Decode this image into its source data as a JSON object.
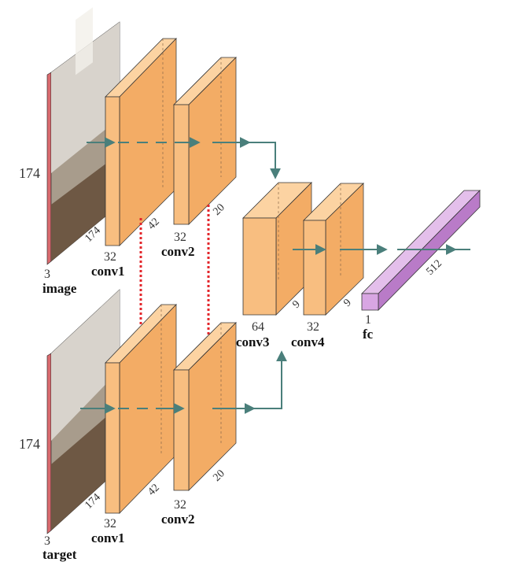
{
  "colors": {
    "block_front": "#F8BE80",
    "block_top": "#FCD3A2",
    "block_side": "#F3A659",
    "block_edge": "#333333",
    "fc_front": "#D8A6E3",
    "fc_top": "#E4BFEB",
    "fc_side": "#B97BC8",
    "arrow": "#4A7F7B",
    "shared_link": "#E3262B",
    "image_border": "#D96A6E"
  },
  "branches": {
    "image": {
      "name_label": "image",
      "input": {
        "size": "174",
        "channels": "3"
      },
      "conv1": {
        "name": "conv1",
        "channels": "32",
        "depth": "174",
        "out": "42"
      },
      "conv2": {
        "name": "conv2",
        "channels": "32",
        "out": "20"
      }
    },
    "target": {
      "name_label": "target",
      "input": {
        "size": "174",
        "channels": "3"
      },
      "conv1": {
        "name": "conv1",
        "channels": "32",
        "depth": "174",
        "out": "42"
      },
      "conv2": {
        "name": "conv2",
        "channels": "32",
        "out": "20"
      }
    }
  },
  "merged": {
    "conv3": {
      "name": "conv3",
      "channels": "64",
      "out": "9"
    },
    "conv4": {
      "name": "conv4",
      "channels": "32",
      "out": "9"
    },
    "fc": {
      "name": "fc",
      "width": "1",
      "length": "512"
    }
  }
}
